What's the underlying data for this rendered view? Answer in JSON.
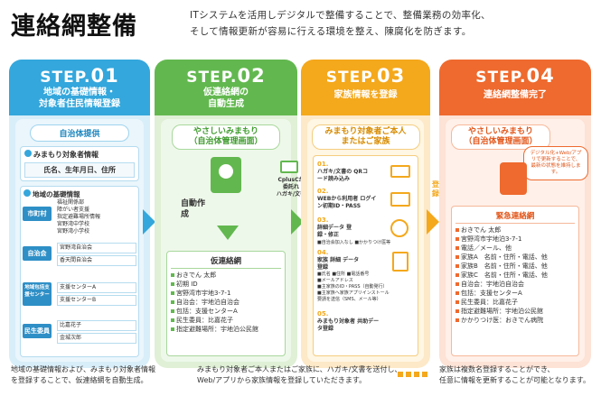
{
  "header": {
    "title": "連絡網整備",
    "intro_line1": "ITシステムを活用しデジタルで整備することで、整備業務の効率化、",
    "intro_line2": "そして情報更新が容易に行える環境を整え、陳腐化を防ぎます。"
  },
  "steps": [
    {
      "step_word": "STEP.",
      "num": "01",
      "title_line1": "地域の基礎情報・",
      "title_line2": "対象者住民情報登録",
      "pill": "自治体提供",
      "card_title": "みまもり対象者情報",
      "card_value": "氏名、生年月日、住所",
      "base_info_label": "地域の基礎情報",
      "org_items": [
        {
          "label": "市町村",
          "lines": [
            "福祉関係部",
            "障がい者支援"
          ]
        },
        {
          "label": "自治会",
          "lines": [
            "宮野湾自治会",
            "香天間自治会"
          ]
        },
        {
          "label": "地域包括支援センター",
          "lines": [
            "支援センターA",
            "支援センターB"
          ]
        },
        {
          "label": "民生委員",
          "lines": [
            "比嘉花子",
            "金城次郎"
          ]
        }
      ],
      "top_lines": [
        "福祉関係部",
        "障がい者支援",
        "指定避難場所情報",
        "宮野湾中学校",
        "宮野湾小学校"
      ],
      "caption_line1": "地域の基礎情報および、みまもり対象者情報",
      "caption_line2": "を登録することで、仮連絡網を自動生成。"
    },
    {
      "step_word": "STEP.",
      "num": "02",
      "title_line1": "仮連絡網の",
      "title_line2": "自動生成",
      "pill_line1": "やさしいみまもり",
      "pill_line2": "（自治体管理画面）",
      "auto_label": "自動作成",
      "list_title": "仮連絡網",
      "list_items": [
        "おきでん 太郎",
        "初期 ID",
        "宮野湾市宇地3-7-1",
        "自治会：宇地泊自治会",
        "包括：支援センターA",
        "民生委員：比嘉花子",
        "指定避難場所：宇地泊公民館"
      ],
      "caption_line1": "みまもり対象者ご本人またはご家族に、ハガキ/文書を送付し、",
      "caption_line2": "Web/アプリから家族情報を登録していただきます。"
    },
    {
      "step_word": "STEP.",
      "num": "03",
      "title_line1": "家族情報を登録",
      "pill_line1": "みまもり対象者ご本人",
      "pill_line2": "またはご家族",
      "cplusc_line1": "CplusCが",
      "cplusc_line2": "委託れ",
      "cplusc_line3": "ハガキ/文書",
      "substeps": [
        {
          "num": "01.",
          "text": "ハガキ/文書の QRコード読み込み"
        },
        {
          "num": "02.",
          "text": "WEBから利用者 ログイン初期ID・PASS"
        },
        {
          "num": "03.",
          "text": "詳細データ 登録・修正"
        },
        {
          "num": "04.",
          "text": "家族 詳細 データ登録"
        },
        {
          "num": "05.",
          "text": "みまもり対象者 共助データ登録"
        }
      ],
      "sub03_note": "■自治会加入なし ■かかりつけ医等",
      "sub04_notes": [
        "■氏名 ■住所 ■電話番号",
        "■メールアドレス",
        "■主家族のID・PASS（自動発行）",
        "■主家族へ家族アプリインストール",
        "要請を送信（SMS、メール等）"
      ]
    },
    {
      "step_word": "STEP.",
      "num": "04",
      "title_line1": "連絡網整備完了",
      "pill_line1": "やさしいみまもり",
      "pill_line2": "（自治体管理画面）",
      "callout": "デジタル化+Web/アプリで更新することで、最新の状態を維持します。",
      "list_title": "緊急連絡網",
      "list_items": [
        "おきでん 太郎",
        "宮野湾市宇地泊3-7-1",
        "電話／メール、他",
        "家族A　名前・住所・電話、他",
        "家族B　名前・住所・電話、他",
        "家族C　名前・住所・電話、他",
        "自治会：宇地泊自治会",
        "包括：支援センターA",
        "民生委員：比嘉花子",
        "指定避難場所：宇地泊公民館",
        "かかりつけ医：おきでん病院"
      ],
      "caption_line1": "家族は複数名登録することができ、",
      "caption_line2": "任意に情報を更新することが可能となります。"
    }
  ],
  "side_labels": {
    "register": "登録"
  },
  "colors": {
    "step1": "#34a7dc",
    "step2": "#62b84f",
    "step3": "#f4a81c",
    "step4": "#ee6a2e"
  }
}
